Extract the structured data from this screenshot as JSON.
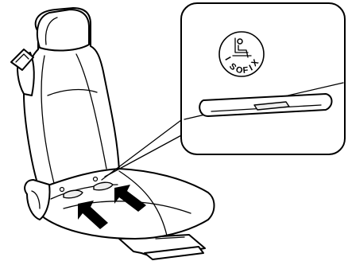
{
  "figure": {
    "isofix_logo": {
      "icon": "child-seat-icon",
      "letters": [
        "I",
        "S",
        "O",
        "F",
        "I",
        "X"
      ]
    },
    "arrow_count": 2,
    "colors": {
      "line": "#000000",
      "fill": "#ffffff",
      "shade": "#ededed"
    }
  }
}
